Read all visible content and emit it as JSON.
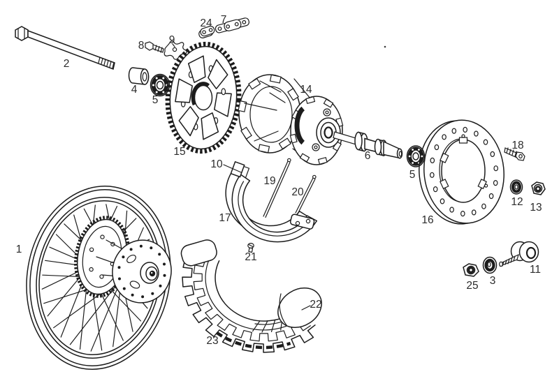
{
  "colors": {
    "background": "#ffffff",
    "line": "#1c1c1c",
    "label": "#2b2b2b"
  },
  "callouts": {
    "p1": "1",
    "p2": "2",
    "p3": "3",
    "p4": "4",
    "p5a": "5",
    "p5b": "5",
    "p6": "6",
    "p7": "7",
    "p8": "8",
    "p9": "9",
    "p10": "10",
    "p11": "11",
    "p12": "12",
    "p13": "13",
    "p14": "14",
    "p15": "15",
    "p16": "16",
    "p17": "17",
    "p18": "18",
    "p19": "19",
    "p20": "20",
    "p21": "21",
    "p22": "22",
    "p23": "23",
    "p24": "24",
    "p25": "25"
  }
}
